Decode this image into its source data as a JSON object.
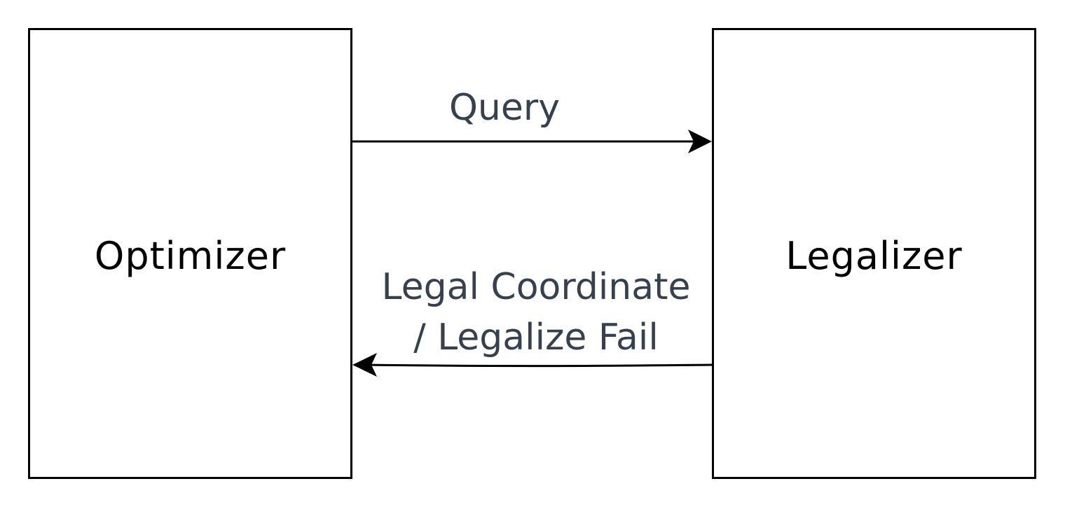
{
  "nodes": {
    "optimizer": {
      "label": "Optimizer"
    },
    "legalizer": {
      "label": "Legalizer"
    }
  },
  "edges": {
    "query": {
      "label": "Query"
    },
    "response": {
      "line1": "Legal Coordinate",
      "line2": "/ Legalize Fail"
    }
  },
  "colors": {
    "box_border": "#000000",
    "edge_line": "#000000",
    "edge_label": "#36414f",
    "node_label": "#000000"
  }
}
